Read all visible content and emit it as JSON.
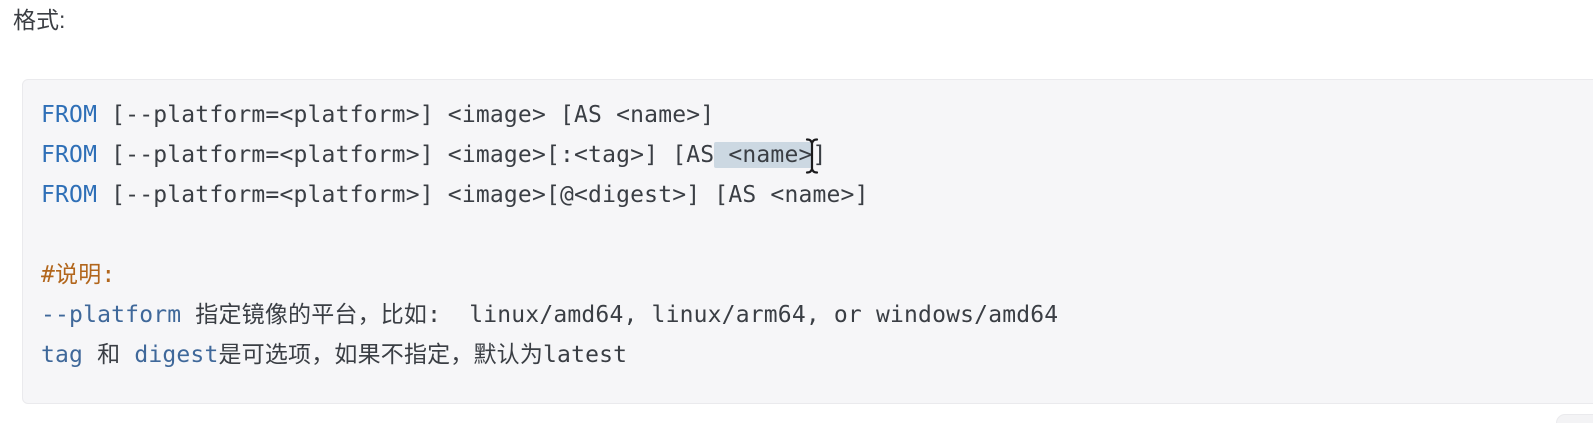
{
  "format_label": "格式:",
  "colors": {
    "keyword": "#2e6fb7",
    "comment": "#b2661c",
    "token": "#3f689a",
    "code_text": "#3a3e44",
    "code_background": "#f6f6f8",
    "code_border": "#eaeaed",
    "selection_background": "#ccd8e2",
    "page_background": "#ffffff"
  },
  "icons": {
    "text_cursor": "i-beam-pointer"
  },
  "code_block": {
    "language_hint": "dockerfile",
    "lines": [
      {
        "segments": [
          {
            "text": "FROM",
            "type": "keyword"
          },
          {
            "text": " [--platform=<platform>] <image> [AS <name>]",
            "type": "plain"
          }
        ]
      },
      {
        "segments": [
          {
            "text": "FROM",
            "type": "keyword"
          },
          {
            "text": " [--platform=<platform>] <image>[:<tag>] [AS",
            "type": "plain"
          },
          {
            "text": " <name>",
            "type": "selected"
          },
          {
            "text": "]",
            "type": "plain"
          }
        ]
      },
      {
        "segments": [
          {
            "text": "FROM",
            "type": "keyword"
          },
          {
            "text": " [--platform=<platform>] <image>[@<digest>] [AS <name>]",
            "type": "plain"
          }
        ]
      },
      {
        "segments": []
      },
      {
        "segments": [
          {
            "text": "#说明:",
            "type": "comment"
          }
        ]
      },
      {
        "segments": [
          {
            "text": "--platform",
            "type": "token"
          },
          {
            "text": " 指定镜像的平台，比如:  linux/amd64, linux/arm64, or windows/amd64",
            "type": "plain"
          }
        ]
      },
      {
        "segments": [
          {
            "text": "tag",
            "type": "token"
          },
          {
            "text": " 和 ",
            "type": "plain"
          },
          {
            "text": "digest",
            "type": "token"
          },
          {
            "text": "是可选项，如果不指定，默认为latest",
            "type": "plain"
          }
        ]
      }
    ]
  }
}
